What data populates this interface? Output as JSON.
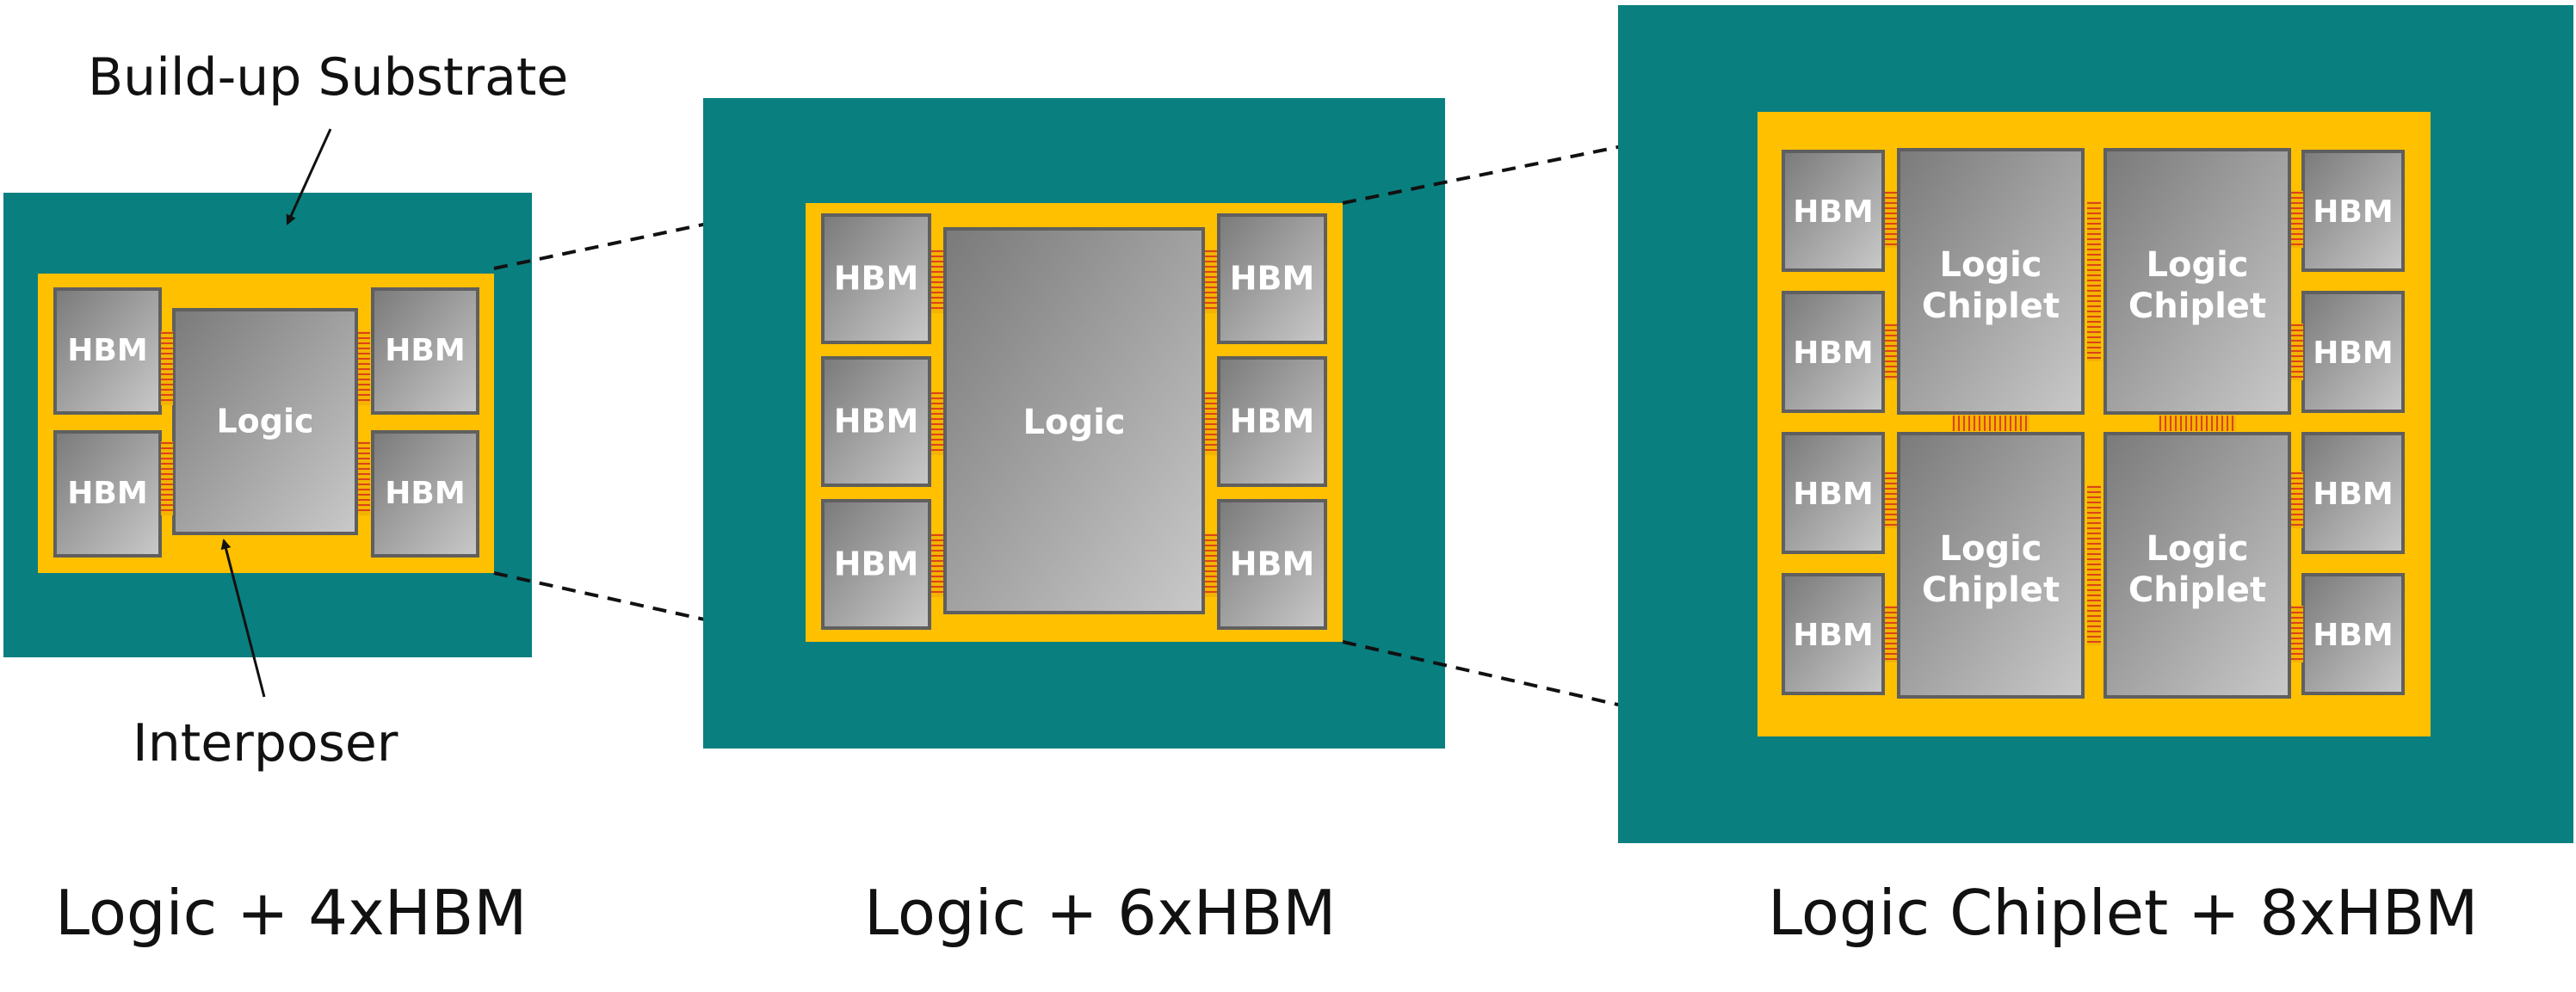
{
  "annotations": {
    "substrate": "Build-up Substrate",
    "interposer": "Interposer"
  },
  "chips": {
    "hbm": "HBM",
    "logic": "Logic",
    "chiplet_line1": "Logic",
    "chiplet_line2": "Chiplet"
  },
  "captions": {
    "left": "Logic + 4xHBM",
    "middle": "Logic + 6xHBM",
    "right": "Logic Chiplet + 8xHBM"
  },
  "colors": {
    "substrate": "#0a7f7f",
    "interposer": "#ffc000",
    "chip": "#a3a3a3",
    "microbump": "#d6281e"
  }
}
